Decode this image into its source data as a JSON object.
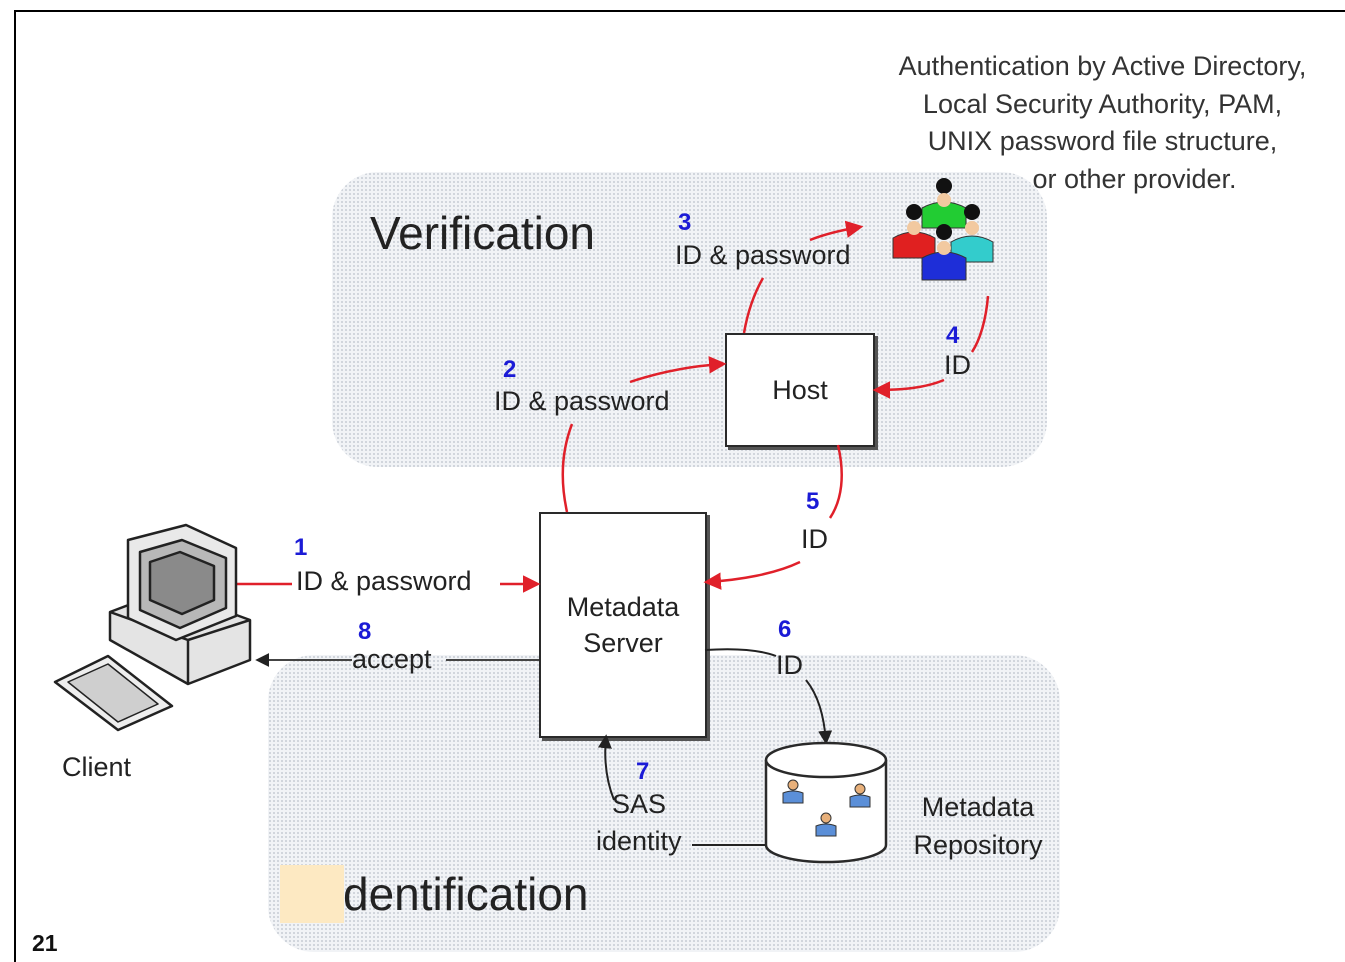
{
  "provider_note": [
    "Authentication by Active Directory,",
    "Local Security Authority, PAM,",
    "UNIX password file structure,",
    "or other provider."
  ],
  "zones": {
    "verification": "Verification",
    "identification": "dentification"
  },
  "nodes": {
    "host": "Host",
    "metadata_server": [
      "Metadata",
      "Server"
    ],
    "metadata_repository": [
      "Metadata",
      "Repository"
    ],
    "client": "Client"
  },
  "steps": [
    {
      "num": "1",
      "label": "ID & password"
    },
    {
      "num": "2",
      "label": "ID & password"
    },
    {
      "num": "3",
      "label": "ID & password"
    },
    {
      "num": "4",
      "label": "ID"
    },
    {
      "num": "5",
      "label": "ID"
    },
    {
      "num": "6",
      "label": "ID"
    },
    {
      "num": "7",
      "label": [
        "SAS",
        "identity"
      ]
    },
    {
      "num": "8",
      "label": "accept"
    }
  ],
  "page_number": "21",
  "colors": {
    "step_number": "#1b1bd6",
    "flow_arrow_red": "#e0202a",
    "flow_arrow_black": "#222222",
    "zone_fill": "#f1f3f6",
    "patch": "#fde9c2"
  }
}
